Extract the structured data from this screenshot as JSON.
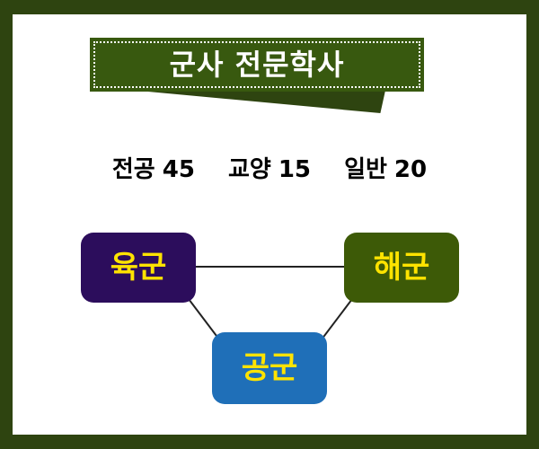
{
  "title": "군사 전문학사",
  "credits": [
    {
      "label": "전공",
      "value": "45"
    },
    {
      "label": "교양",
      "value": "15"
    },
    {
      "label": "일반",
      "value": "20"
    }
  ],
  "branches": {
    "army": "육군",
    "navy": "해군",
    "air_force": "공군"
  },
  "colors": {
    "border": "#2e4410",
    "banner": "#38590f",
    "army": "#2c0d5c",
    "navy": "#3d5a07",
    "air_force": "#1f6fb8",
    "branch_text": "#ffe300"
  }
}
